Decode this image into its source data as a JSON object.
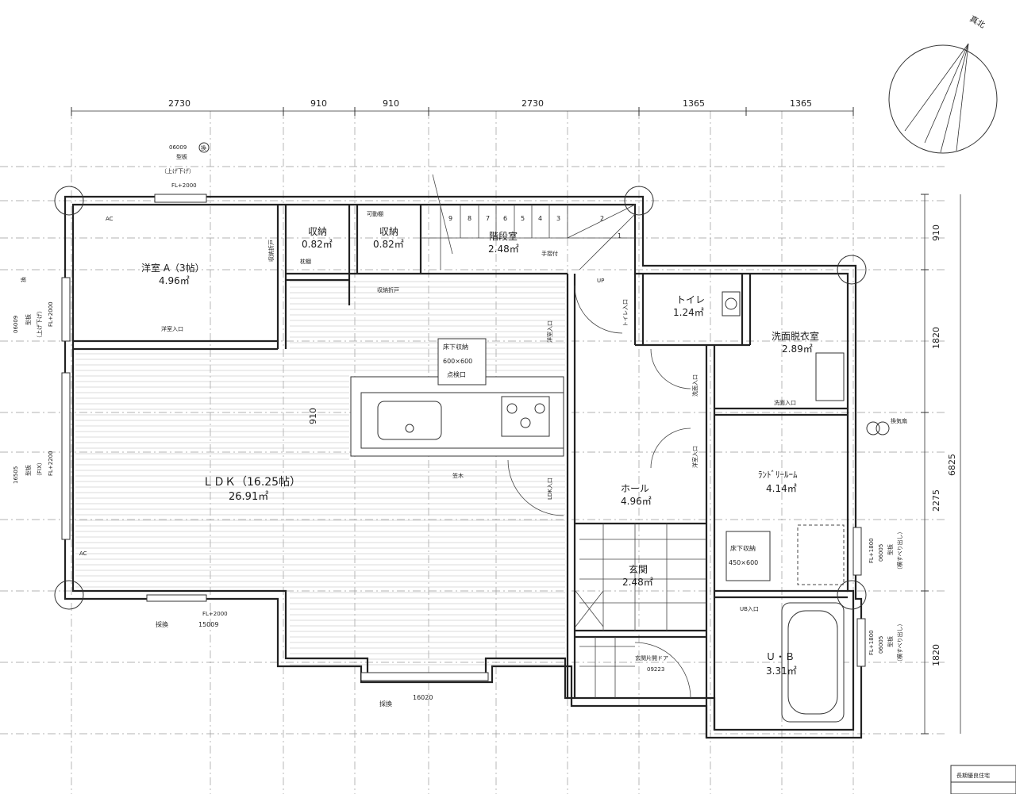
{
  "north_label": "真北",
  "dimensions_top": [
    "2730",
    "910",
    "910",
    "2730",
    "1365",
    "1365"
  ],
  "dimensions_right": [
    "910",
    "1820",
    "6825",
    "2275",
    "1820"
  ],
  "dim_910_inner": "910",
  "rooms": {
    "youshitsu_a": {
      "name": "洋室 A（3帖）",
      "area": "4.96㎡",
      "door": "洋室入口"
    },
    "shuno1": {
      "name": "収納",
      "area": "0.82㎡"
    },
    "shuno2": {
      "name": "収納",
      "area": "0.82㎡"
    },
    "kaidan": {
      "name": "階段室",
      "area": "2.48㎡"
    },
    "toilet": {
      "name": "トイレ",
      "area": "1.24㎡",
      "door": "トイレ入口"
    },
    "senmen": {
      "name": "洗面脱衣室",
      "area": "2.89㎡",
      "door": "洗面入口"
    },
    "ldk": {
      "name": "ＬＤＫ（16.25帖）",
      "area": "26.91㎡",
      "door": "LDK入口"
    },
    "hall": {
      "name": "ホール",
      "area": "4.96㎡"
    },
    "laundry": {
      "name": "ﾗﾝﾄﾞﾘｰﾙｰﾑ",
      "area": "4.14㎡"
    },
    "genkan": {
      "name": "玄関",
      "area": "2.48㎡"
    },
    "ub": {
      "name": "Ｕ・Ｂ",
      "area": "3.31㎡",
      "door": "UB入口"
    }
  },
  "annotations": {
    "yukashita1_l1": "床下収納",
    "yukashita1_l2": "600×600",
    "yukashita1_l3": "点検口",
    "yukashita2_l1": "床下収納",
    "yukashita2_l2": "450×600",
    "genkan_door_l1": "玄関片開ドア",
    "genkan_door_l2": "09223",
    "window_top_l1": "06009",
    "window_top_l2": "型板",
    "window_top_l3": "（上げ下げ）",
    "window_top_fl": "FL+2000",
    "window_top_mark": "換",
    "window_left_l1": "06009",
    "window_left_l2": "型板",
    "window_left_l3": "（上げ下げ）",
    "window_left_fl": "FL+2000",
    "window_left_mark": "換",
    "window_ldk_l1": "16505",
    "window_ldk_l2": "型板",
    "window_ldk_l3": "（FIX）",
    "window_ldk_fl": "FL+2200",
    "window_bottom1_mark": "採換",
    "window_bottom1_code": "15009",
    "window_bottom1_fl": "FL+2000",
    "window_bottom2_mark": "採換",
    "window_bottom2_code": "16020",
    "window_right1_l1": "06005",
    "window_right1_l2": "型板",
    "window_right1_l3": "（横すべり出し）",
    "window_right1_fl": "FL+1800",
    "window_right2_l1": "06005",
    "window_right2_l2": "型板",
    "window_right2_l3": "（横すべり出し）",
    "window_right2_fl": "FL+1800",
    "ac1": "AC",
    "ac2": "AC",
    "fold_door1": "収納折戸",
    "fold_door2": "収納折戸",
    "handrail": "手摺付",
    "up": "UP",
    "kanki": "換気扇",
    "youshitsu_entrance": "洋室入口",
    "kazari": "笠木",
    "kadoka": "可動棚",
    "makura": "枕棚",
    "stair_steps": [
      "9",
      "8",
      "7",
      "6",
      "5",
      "4",
      "3",
      "2",
      "1"
    ],
    "seal": "長期優良住宅"
  }
}
